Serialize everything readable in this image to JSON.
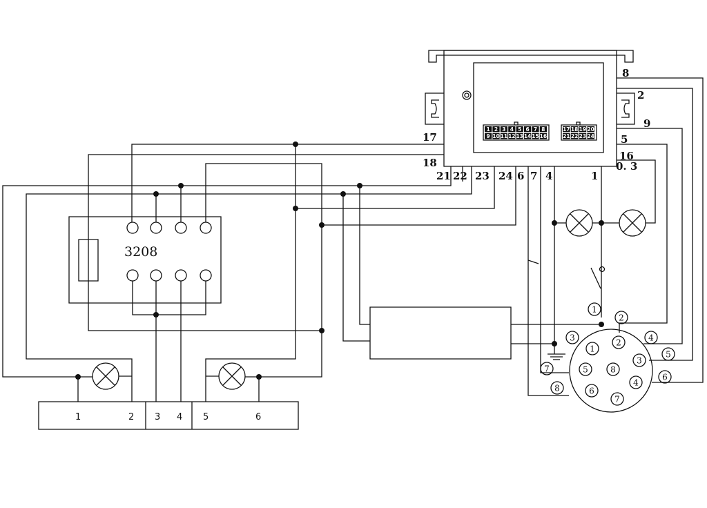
{
  "ecu": {
    "terminals": {
      "t8": "8",
      "t2": "2",
      "t9": "9",
      "t5": "5",
      "t16": "16",
      "t03": "0. 3",
      "t17": "17",
      "t18": "18",
      "t21": "21",
      "t22": "22",
      "t23": "23",
      "t24": "24",
      "t6": "6",
      "t7": "7",
      "t4": "4",
      "t1": "1"
    },
    "connector_a_top": [
      "1",
      "2",
      "3",
      "4",
      "5",
      "6",
      "7",
      "8"
    ],
    "connector_a_bottom": [
      "9",
      "10",
      "11",
      "12",
      "13",
      "14",
      "15",
      "16"
    ],
    "connector_b_top": [
      "17",
      "18",
      "19",
      "20"
    ],
    "connector_b_bottom": [
      "21",
      "22",
      "23",
      "24"
    ]
  },
  "relay": {
    "label": "3208"
  },
  "terminal_strip": {
    "labels": [
      "1",
      "2",
      "3",
      "4",
      "5",
      "6"
    ]
  },
  "socket": {
    "inner_numbers": [
      "1",
      "2",
      "3",
      "5",
      "8",
      "4",
      "6",
      "7"
    ],
    "outer_numbers": [
      "1",
      "2",
      "3",
      "4",
      "5",
      "6",
      "7",
      "8"
    ]
  }
}
